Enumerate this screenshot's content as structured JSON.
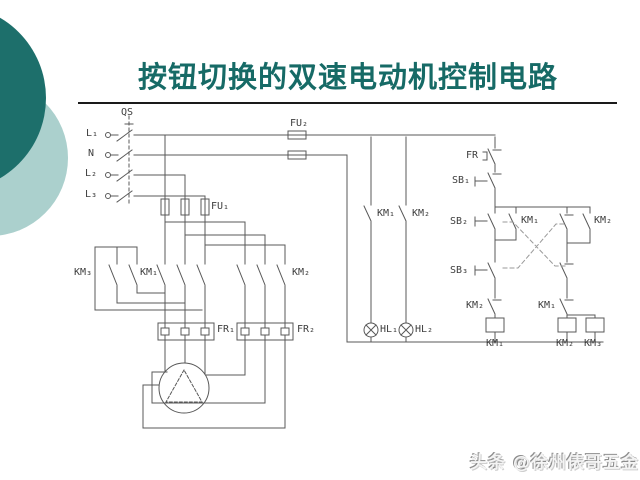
{
  "slide": {
    "title": "按钮切换的双速电动机控制电路",
    "watermark": "头条 @徐州俵哥五金"
  },
  "colors": {
    "accent_dark": "#1d6f6b",
    "accent_light": "#abd0cd",
    "title_text": "#166a66",
    "wire": "#585858",
    "dash_link": "#9a9a9a"
  },
  "circuit": {
    "labels": {
      "qs": "QS",
      "l1": "L₁",
      "n": "N",
      "l2": "L₂",
      "l3": "L₃",
      "fu2": "FU₂",
      "fu1": "FU₁",
      "km3_main": "KM₃",
      "km1_main": "KM₁",
      "km2_main": "KM₂",
      "fr1": "FR₁",
      "fr2": "FR₂",
      "km1_lamp": "KM₁",
      "km2_lamp": "KM₂",
      "hl1": "HL₁",
      "hl2": "HL₂",
      "fr": "FR",
      "sb1": "SB₁",
      "sb2": "SB₂",
      "sb3": "SB₃",
      "km2_interlock": "KM₂",
      "km1_interlock": "KM₁",
      "km1_aux": "KM₁",
      "km2_aux": "KM₂",
      "km1_coil": "KM₁",
      "km2_coil": "KM₂",
      "km3_coil": "KM₃"
    }
  }
}
